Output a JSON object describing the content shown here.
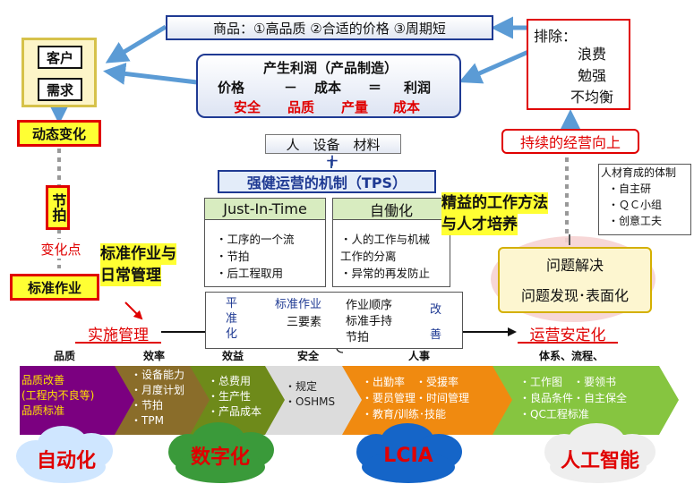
{
  "product_box": {
    "text": "商品：①高品质 ②合适的价格 ③周期短"
  },
  "customer": {
    "label": "客户",
    "demand": "需求"
  },
  "dynamic_change": "动态变化",
  "takt": "节拍",
  "change_point": "变化点",
  "standard_work": "标准作业",
  "std_daily": {
    "line1": "标准作业与",
    "line2": "日常管理"
  },
  "profit_box": {
    "title": "产生利润（产品制造）",
    "equation": {
      "price": "价格",
      "minus": "－",
      "cost": "成本",
      "equals": "＝",
      "profit": "利润"
    },
    "items": [
      "安全",
      "品质",
      "产量",
      "成本"
    ]
  },
  "resources": "人　设备　材料",
  "plus_sign": "＋",
  "tps_title": "强健运营的机制（TPS）",
  "jit": {
    "title": "Just-In-Time",
    "items": [
      "・工序的一个流",
      "・节拍",
      "・后工程取用"
    ]
  },
  "jidoka": {
    "title": "自働化",
    "items": [
      "・人的工作与机械",
      "工作的分离",
      "・异常的再发防止"
    ]
  },
  "lean_method": {
    "line1": "精益的工作方法",
    "line2": "与人才培养"
  },
  "eliminate": {
    "title": "排除：",
    "items": [
      "浪费",
      "勉强",
      "不均衡"
    ]
  },
  "continuous_improvement": "持续的经营向上",
  "talent_box": {
    "title": "人材育成的体制",
    "items": [
      "・自主研",
      "・ＱＣ小组",
      "・创意工夫"
    ]
  },
  "problem_box": {
    "line1": "问题解决",
    "line2": "问题发现･表面化"
  },
  "std_elements": {
    "left_vertical": [
      "平",
      "准",
      "化"
    ],
    "label1": "标准作业",
    "label2": "三要素",
    "items": [
      "作业顺序",
      "标准手持",
      "节拍"
    ],
    "right_vertical": [
      "改",
      "善"
    ]
  },
  "implement_mgmt": "实施管理",
  "operation_stable": "运营安定化",
  "categories": [
    "品质",
    "效率",
    "效益",
    "安全",
    "人事",
    "体系、流程、"
  ],
  "arrow_bands": [
    {
      "color": "#7b0080",
      "text_color": "#ffe000",
      "lines": [
        "品质改善",
        "(工程内不良等)",
        "品质标准"
      ]
    },
    {
      "color": "#8a6d2a",
      "text_color": "#ffffff",
      "lines": [
        "・设备能力",
        "・月度计划",
        "・节拍",
        "・TPM"
      ]
    },
    {
      "color": "#6e8a1a",
      "text_color": "#ffffff",
      "lines": [
        "・总费用",
        "・生产性",
        "・产品成本"
      ]
    },
    {
      "color": "#dcdcdc",
      "text_color": "#222222",
      "lines": [
        "・规定",
        "・OSHMS"
      ]
    },
    {
      "color": "#f08a10",
      "text_color": "#ffffff",
      "lines": [
        "・出勤率　・受援率",
        "・要员管理・时间管理",
        "・教育/训练･技能"
      ]
    },
    {
      "color": "#86c540",
      "text_color": "#ffffff",
      "lines": [
        "・工作图　・要领书",
        "・良品条件・自主保全",
        "・QC工程标准"
      ]
    }
  ],
  "clouds": [
    {
      "label": "自动化",
      "fill": "#cfe6ff",
      "text_color": "#e00000"
    },
    {
      "label": "数字化",
      "fill": "#3a9a3a",
      "text_color": "#e00000"
    },
    {
      "label": "LCIA",
      "fill": "#1565c8",
      "text_color": "#e00000"
    },
    {
      "label": "人工智能",
      "fill": "#eeeeee",
      "text_color": "#e00000"
    }
  ]
}
